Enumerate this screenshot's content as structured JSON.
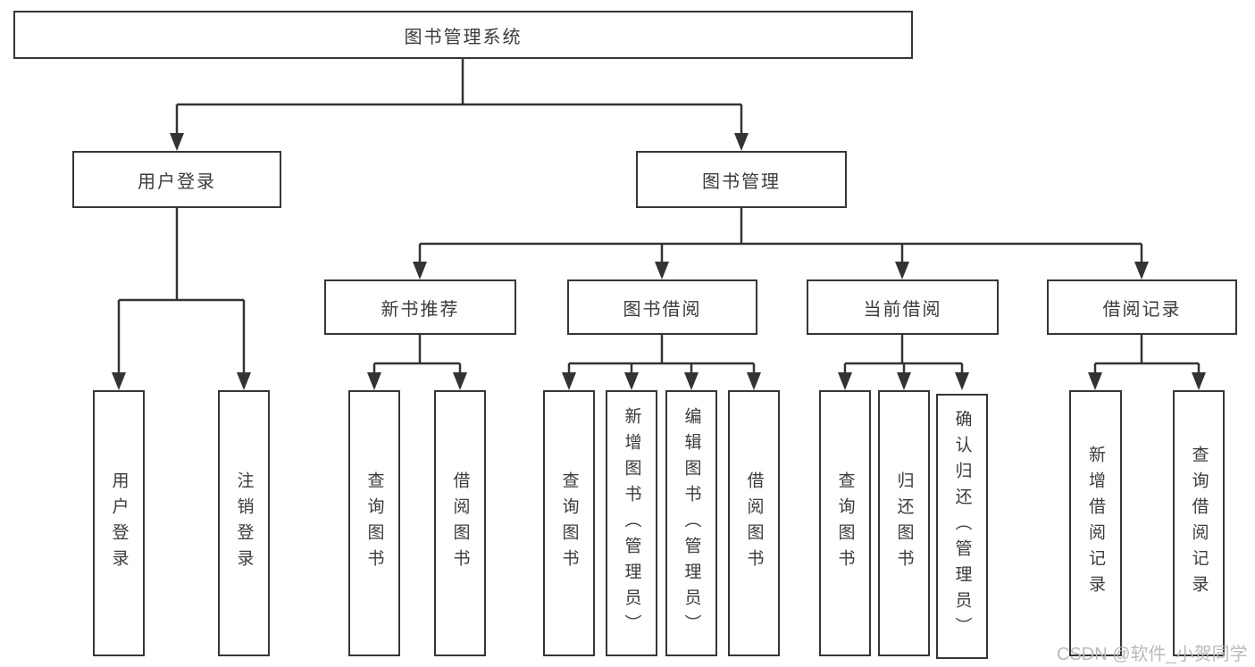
{
  "colors": {
    "line": "#333333",
    "box_border": "#363636",
    "box_fill": "#ffffff",
    "text": "#3b3b3b",
    "watermark": "#b6b6bc"
  },
  "tree": {
    "root": "图书管理系统",
    "branches": [
      {
        "label": "用户登录",
        "children": [
          "用户登录",
          "注销登录"
        ]
      },
      {
        "label": "图书管理",
        "sections": [
          {
            "label": "新书推荐",
            "children": [
              "查询图书",
              "借阅图书"
            ]
          },
          {
            "label": "图书借阅",
            "children": [
              "查询图书",
              "新增图书（管理员）",
              "编辑图书（管理员）",
              "借阅图书"
            ]
          },
          {
            "label": "当前借阅",
            "children": [
              "查询图书",
              "归还图书",
              "确认归还（管理员）"
            ]
          },
          {
            "label": "借阅记录",
            "children": [
              "新增借阅记录",
              "查询借阅记录"
            ]
          }
        ]
      }
    ]
  },
  "watermark": {
    "text": "CSDN @软件_小贺同学"
  }
}
